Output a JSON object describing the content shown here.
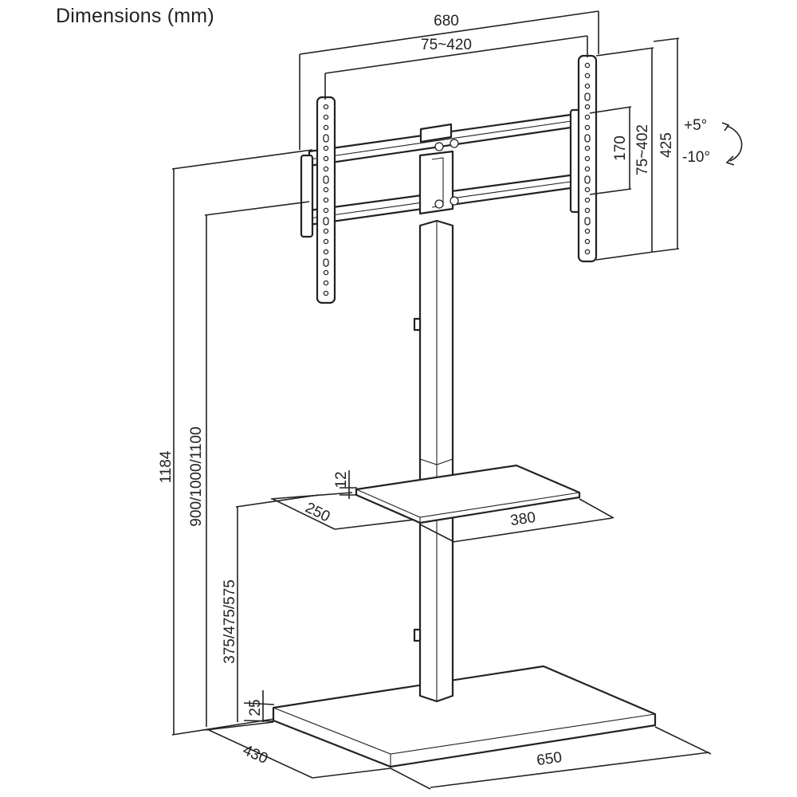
{
  "title": "Dimensions (mm)",
  "dimensions": {
    "overall_bracket_width": "680",
    "vesa_width": "75~420",
    "rail_spacing": "170",
    "vesa_height": "75~402",
    "bracket_height": "425",
    "tilt_up": "+5°",
    "tilt_down": "-10°",
    "total_height": "1184",
    "mount_height": "900/1000/1100",
    "shelf_thickness": "12",
    "shelf_depth": "250",
    "shelf_width": "380",
    "shelf_height": "375/475/575",
    "base_thickness": "25",
    "base_depth": "430",
    "base_width": "650"
  }
}
